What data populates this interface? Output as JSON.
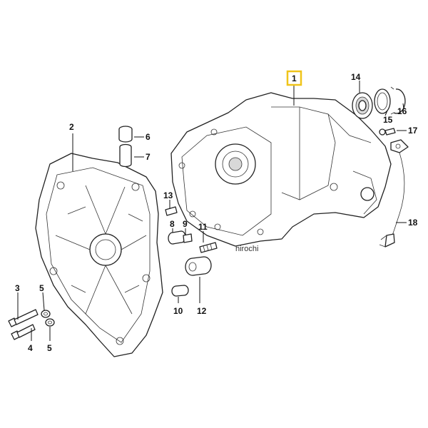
{
  "diagram": {
    "highlight_color": "#f0c419",
    "callouts": {
      "c1": "1",
      "c2": "2",
      "c3": "3",
      "c4": "4",
      "c5a": "5",
      "c5b": "5",
      "c6": "6",
      "c7": "7",
      "c8": "8",
      "c9": "9",
      "c10": "10",
      "c11": "11",
      "c12": "12",
      "c13": "13",
      "c14": "14",
      "c15": "15",
      "c16": "16",
      "c17": "17",
      "c18": "18"
    },
    "watermark": "hirochi"
  }
}
